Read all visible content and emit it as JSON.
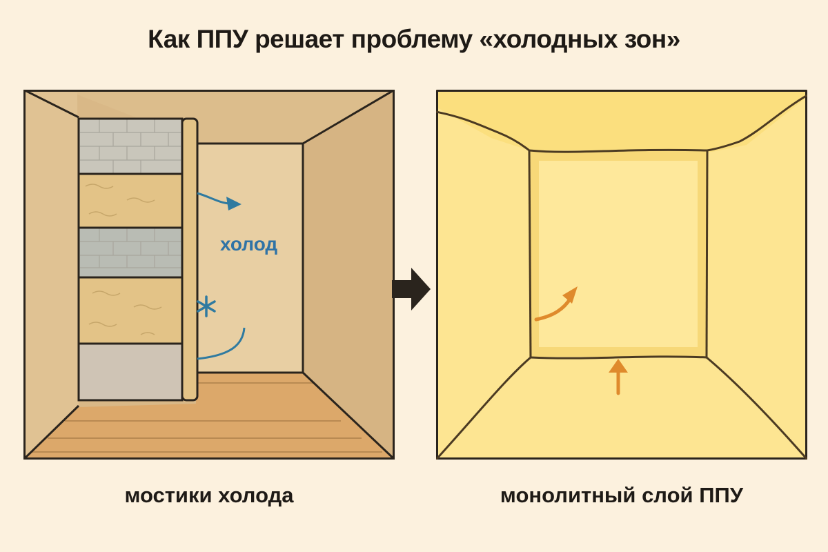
{
  "title": "Как ППУ решает проблему «холодных зон»",
  "left_panel": {
    "caption": "мостики холода",
    "label": "холод",
    "icons": [
      "snowflake-icon",
      "cold-arrow-icon"
    ],
    "colors": {
      "wall": "#d9b887",
      "back_wall": "#e8cfa3",
      "floor": "#dca86a",
      "cold": "#2f7aa0"
    },
    "layers": [
      {
        "name": "brick",
        "color": "#c9c6bb"
      },
      {
        "name": "insulation",
        "color": "#e3c387"
      },
      {
        "name": "brick",
        "color": "#b9bcb4"
      },
      {
        "name": "insulation",
        "color": "#e3c387"
      },
      {
        "name": "plaster",
        "color": "#cfc4b5"
      }
    ]
  },
  "transition_arrow": "right-arrow-icon",
  "right_panel": {
    "caption": "монолитный слой ППУ",
    "icons": [
      "warm-arrow-icon",
      "up-arrow-icon"
    ],
    "colors": {
      "foam": "#fde592",
      "foam_edge": "#f5d46a",
      "warm": "#df8a2c"
    }
  }
}
